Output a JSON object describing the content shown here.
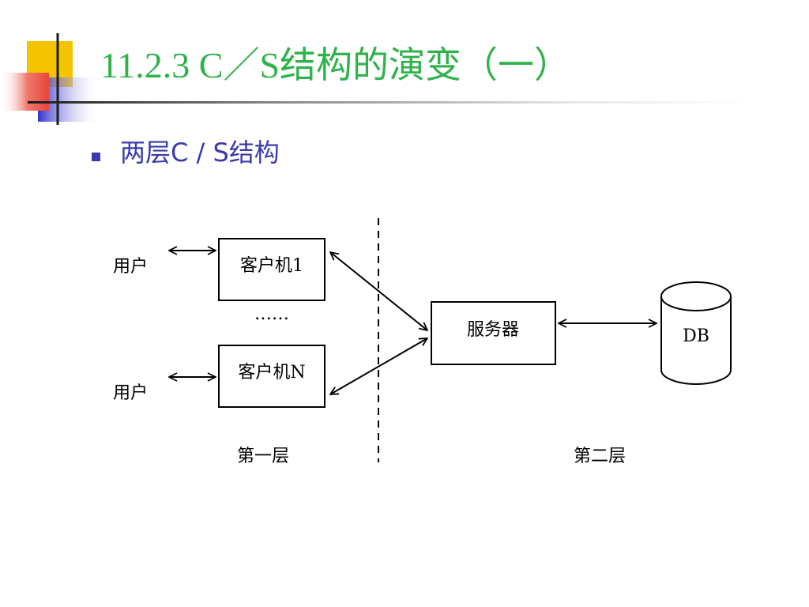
{
  "slide": {
    "title": "11.2.3  C／S结构的演变（一）",
    "bullet": "两层C / S结构",
    "colors": {
      "title": "#2fb24a",
      "bullet": "#3a3aae",
      "deco_yellow": "#f5c400",
      "deco_red": "#e8443a",
      "deco_blue": "#3333cc"
    }
  },
  "diagram": {
    "user_top": "用户",
    "user_bottom": "用户",
    "client_top": "客户机1",
    "ellipsis": "……",
    "client_bottom": "客户机N",
    "server": "服务器",
    "db": "DB",
    "tier_one": "第一层",
    "tier_two": "第二层"
  }
}
